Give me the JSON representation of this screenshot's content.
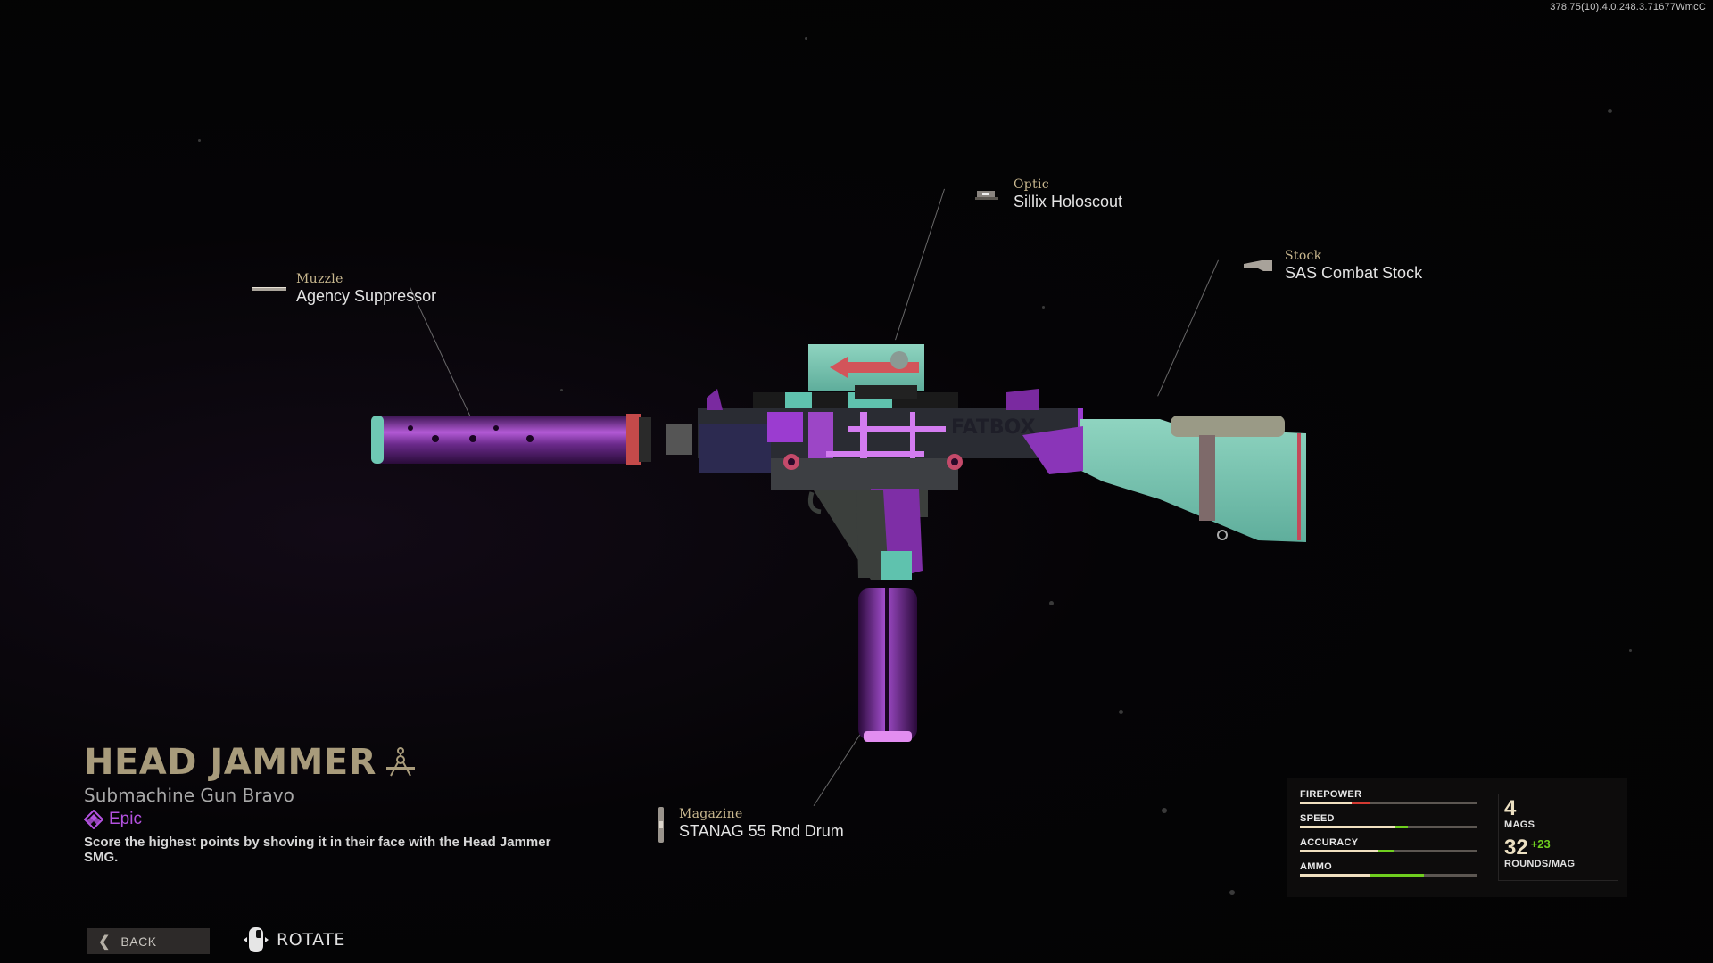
{
  "build_id": "378.75(10).4.0.248.3.71677WmcC",
  "attachments": [
    {
      "slot": "Muzzle",
      "name": "Agency Suppressor",
      "icon": "suppressor-icon"
    },
    {
      "slot": "Optic",
      "name": "Sillix Holoscout",
      "icon": "optic-icon"
    },
    {
      "slot": "Stock",
      "name": "SAS Combat Stock",
      "icon": "stock-icon"
    },
    {
      "slot": "Magazine",
      "name": "STANAG 55 Rnd Drum",
      "icon": "magazine-icon"
    }
  ],
  "weapon": {
    "title": "HEAD JAMMER",
    "subtitle": "Submachine Gun Bravo",
    "rarity": "Epic",
    "rarity_color": "#b452e0",
    "description": "Score the highest points by shoving it in their face with the Head Jammer SMG.",
    "decal_text": "FATBOX"
  },
  "stats": [
    {
      "label": "FIREPOWER",
      "base": 0.29,
      "modified": 0.39,
      "delta_color": "#d23a32"
    },
    {
      "label": "SPEED",
      "base": 0.54,
      "modified": 0.61,
      "delta_color": "#6fcf1f"
    },
    {
      "label": "ACCURACY",
      "base": 0.44,
      "modified": 0.53,
      "delta_color": "#6fcf1f"
    },
    {
      "label": "AMMO",
      "base": 0.39,
      "modified": 0.7,
      "delta_color": "#6fcf1f"
    }
  ],
  "ammo": {
    "mags": "4",
    "mags_label": "MAGS",
    "rounds": "32",
    "rounds_bonus": "+23",
    "rounds_label": "ROUNDS/MAG"
  },
  "footer": {
    "back_label": "BACK",
    "rotate_label": "ROTATE"
  }
}
